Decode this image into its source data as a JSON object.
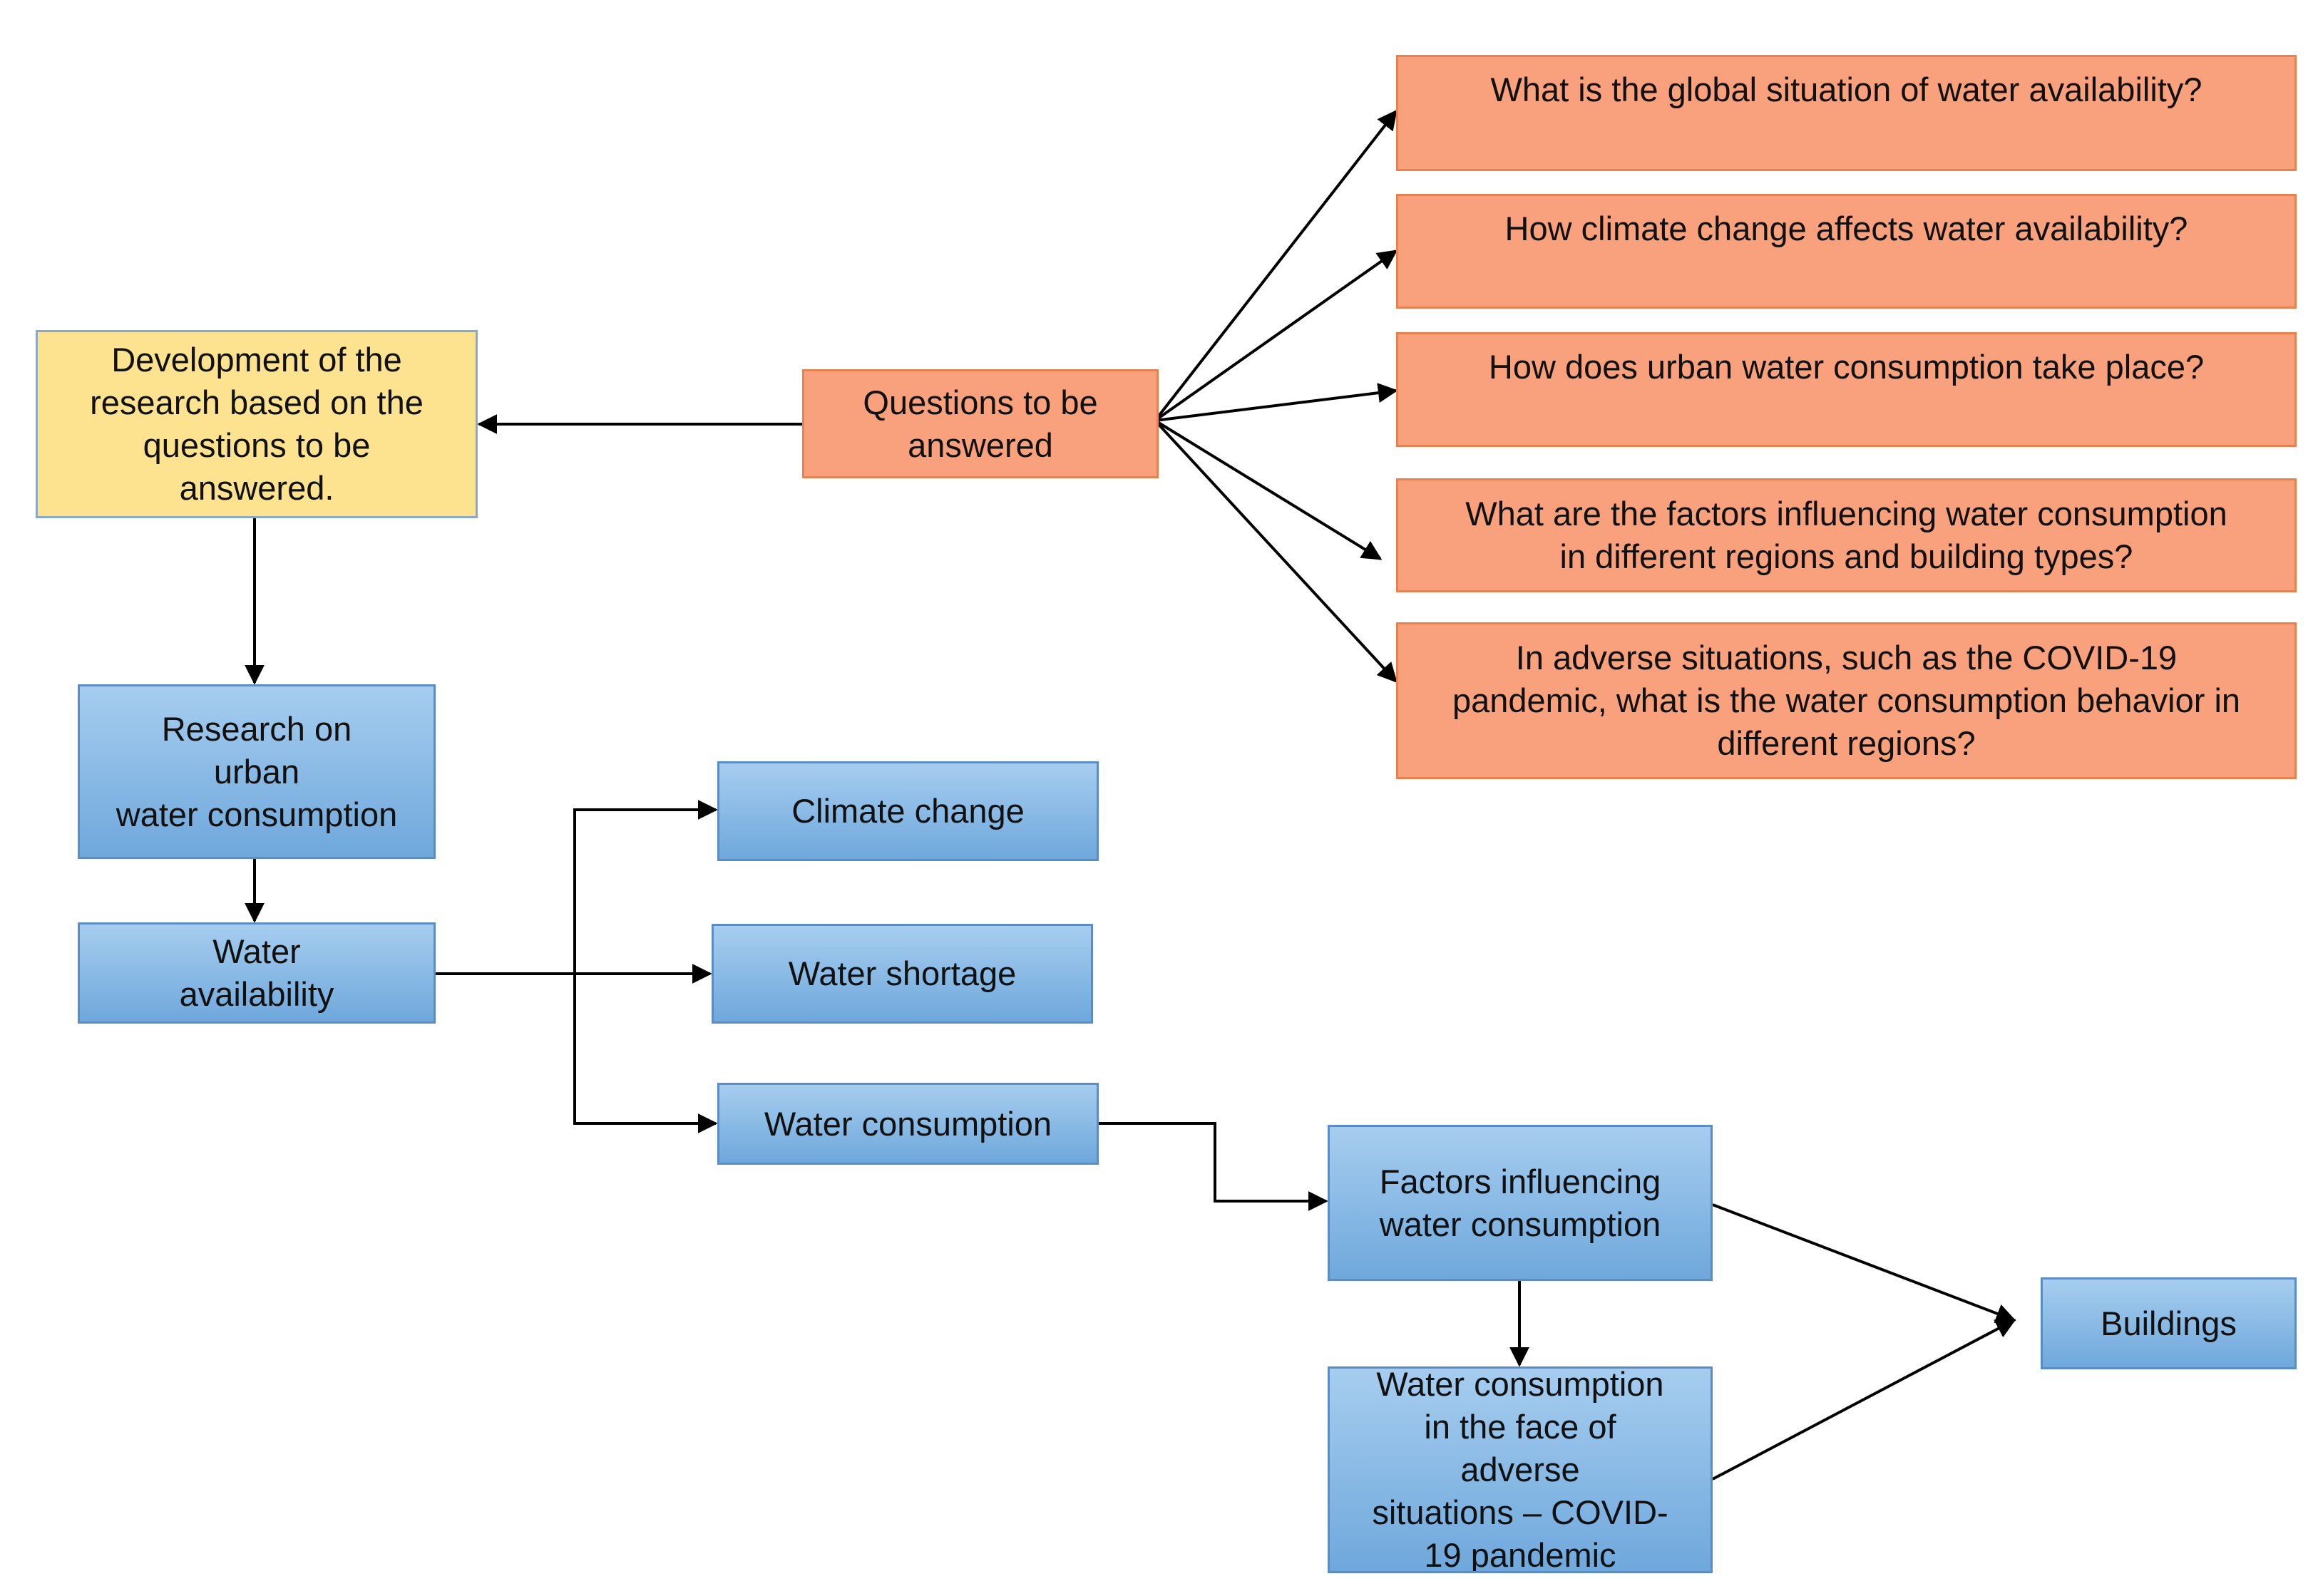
{
  "nodes": {
    "development": "Development of the\nresearch based on the\nquestions to be\nanswered.",
    "questions": "Questions to be\nanswered",
    "q1": "What is the global situation of  water availability?",
    "q2": "How climate change affects water availability?",
    "q3": "How does urban water consumption take place?",
    "q4": "What are the factors influencing water consumption\nin different regions and building types?",
    "q5": "In adverse situations, such as the COVID-19\npandemic, what is the water consumption behavior in\ndifferent regions?",
    "research": "Research on\nurban\nwater consumption",
    "availability": "Water\navailability",
    "climate": "Climate change",
    "shortage": "Water shortage",
    "consumption": "Water consumption",
    "factors": "Factors influencing\nwater consumption",
    "adverse": "Water consumption\nin the face of\nadverse\nsituations – COVID-\n19 pandemic",
    "buildings": "Buildings"
  },
  "colors": {
    "blue_box": "#6fa8dc",
    "orange_box": "#f9a07d",
    "yellow_box": "#fde28f",
    "arrow": "#000000"
  }
}
